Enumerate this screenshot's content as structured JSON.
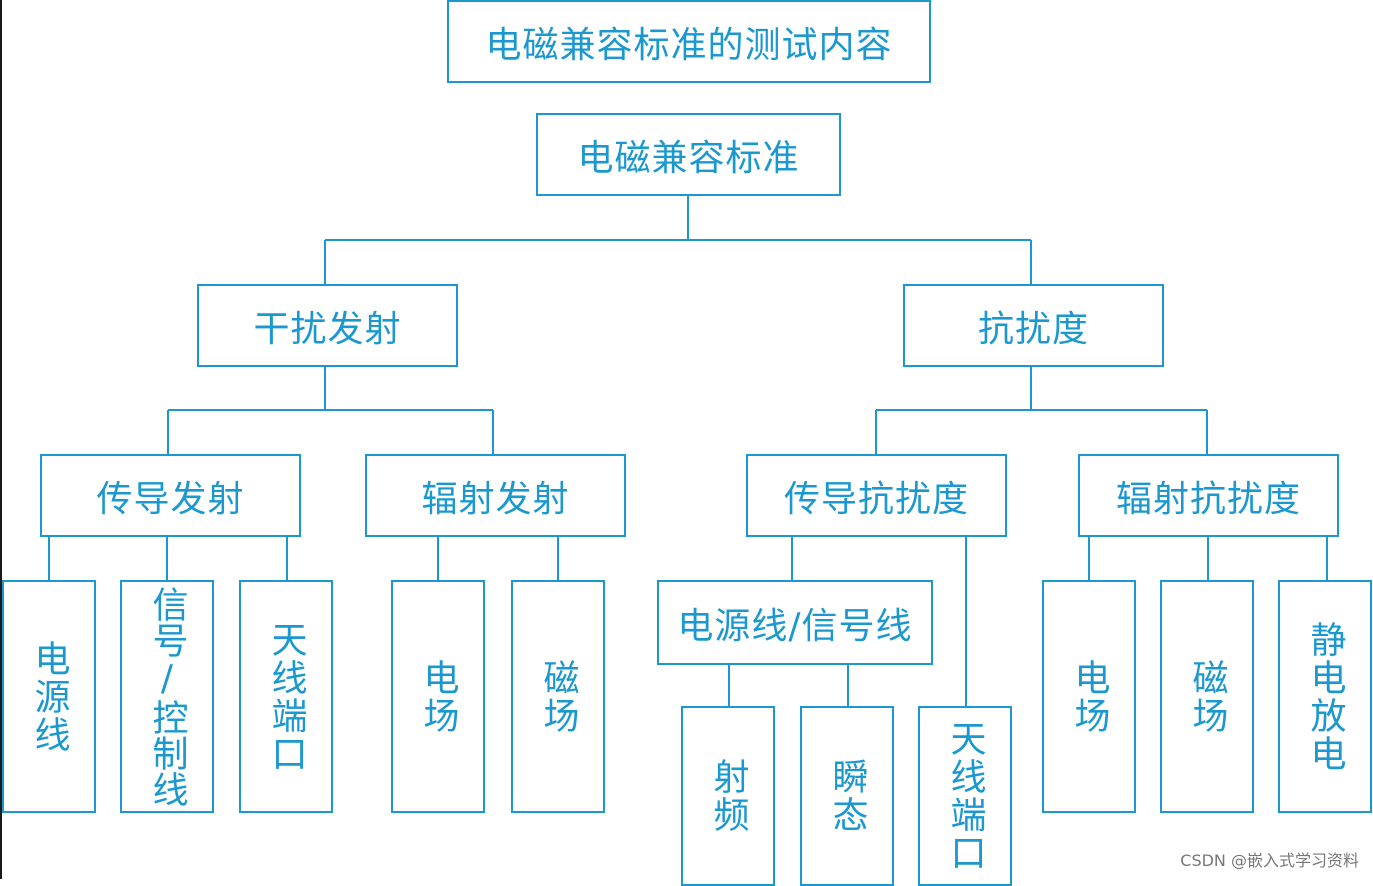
{
  "title": "电磁兼容标准的测试内容",
  "root": "电磁兼容标准",
  "branches": {
    "emission": "干扰发射",
    "immunity": "抗扰度"
  },
  "emission_children": {
    "conducted": "传导发射",
    "radiated": "辐射发射"
  },
  "immunity_children": {
    "conducted": "传导抗扰度",
    "radiated": "辐射抗扰度"
  },
  "conducted_emission_leaves": [
    "电源线",
    "信号/控制线",
    "天线端口"
  ],
  "radiated_emission_leaves": [
    "电场",
    "磁场"
  ],
  "conducted_immunity": {
    "lines": "电源线/信号线",
    "line_leaves": [
      "射频",
      "瞬态"
    ],
    "antenna": "天线端口"
  },
  "radiated_immunity_leaves": [
    "电场",
    "磁场",
    "静电放电"
  ],
  "watermark": "CSDN @嵌入式学习资料",
  "colors": {
    "accent": "#1b98d0"
  }
}
